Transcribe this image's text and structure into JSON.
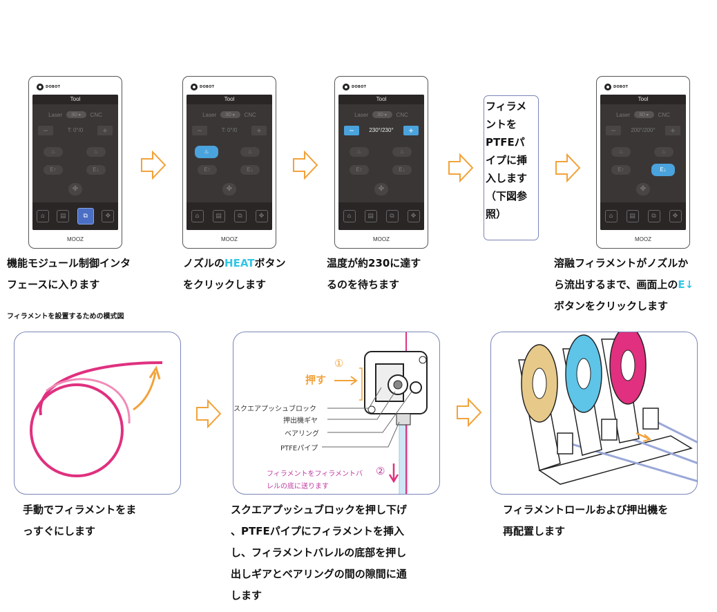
{
  "phones": [
    {
      "brand": "DOBOT",
      "title": "Tool",
      "mode_laser": "Laser",
      "mode_3d": "3D ▸",
      "mode_cnc": "CNC",
      "minus": "−",
      "temp": "T: 0°/0",
      "plus": "+",
      "e_up": "E↑",
      "e_down": "E↓",
      "model": "MOOZ"
    },
    {
      "brand": "DOBOT",
      "title": "Tool",
      "mode_laser": "Laser",
      "mode_3d": "3D ▸",
      "mode_cnc": "CNC",
      "minus": "−",
      "temp": "T: 0°/0",
      "plus": "+",
      "e_up": "E↑",
      "e_down": "E↓",
      "model": "MOOZ"
    },
    {
      "brand": "DOBOT",
      "title": "Tool",
      "mode_laser": "Laser",
      "mode_3d": "3D ▸",
      "mode_cnc": "CNC",
      "minus": "−",
      "temp": "230°/230°",
      "plus": "+",
      "e_up": "E↑",
      "e_down": "E↓",
      "model": "MOOZ"
    },
    {
      "brand": "DOBOT",
      "title": "Tool",
      "mode_laser": "Laser",
      "mode_3d": "3D ▸",
      "mode_cnc": "CNC",
      "minus": "−",
      "temp": "200°/200°",
      "plus": "+",
      "e_up": "E↑",
      "e_down": "E↓",
      "model": "MOOZ"
    }
  ],
  "captions": {
    "step1_l1": "機能モジュール制御インタ",
    "step1_l2": "フェースに入ります",
    "step2_a": "ノズルの",
    "step2_heat": "HEAT",
    "step2_b": "ボタン",
    "step2_l2": "をクリックします",
    "step3_l1": "温度が約230に達す",
    "step3_l2": "るのを待ちます",
    "step4_lines": [
      "フィラメ",
      "ントを",
      "PTFEパ",
      "イプに挿",
      "入します",
      "（下図参",
      "照）"
    ],
    "step5_l1": "溶融フィラメントがノズルか",
    "step5_l2a": "ら流出するまで、画面上の",
    "step5_e": "E↓",
    "step5_l3": "ボタンをクリックします"
  },
  "subtitle": "フィラメントを設置するための模式図",
  "diagram": {
    "push": "押す",
    "num1": "①",
    "num2": "②",
    "label_block": "スクエアプッシュブロック",
    "label_gear": "押出機ギヤ",
    "label_bearing": "ベアリング",
    "label_ptfe": "PTFEパイプ",
    "feed_l1": "フィラメントをフィラメントバ",
    "feed_l2": "レルの底に送ります"
  },
  "bottom_captions": {
    "c1_l1": "手動でフィラメントをま",
    "c1_l2": "っすぐにします",
    "c2_lines": [
      "スクエアプッシュブロックを押し下げ",
      "、PTFEパイプにフィラメントを挿入",
      "し、フィラメントバレルの底部を押し",
      "出しギアとベアリングの間の隙間に通",
      "します"
    ],
    "c3_l1": "フィラメントロールおよび押出機を",
    "c3_l2": "再配置します"
  },
  "colors": {
    "accent_blue": "#4aa3dc",
    "highlight_cyan": "#33c6e6",
    "magenta": "#e0307f",
    "orange": "#f2a23a",
    "frame": "#7a84b8"
  }
}
